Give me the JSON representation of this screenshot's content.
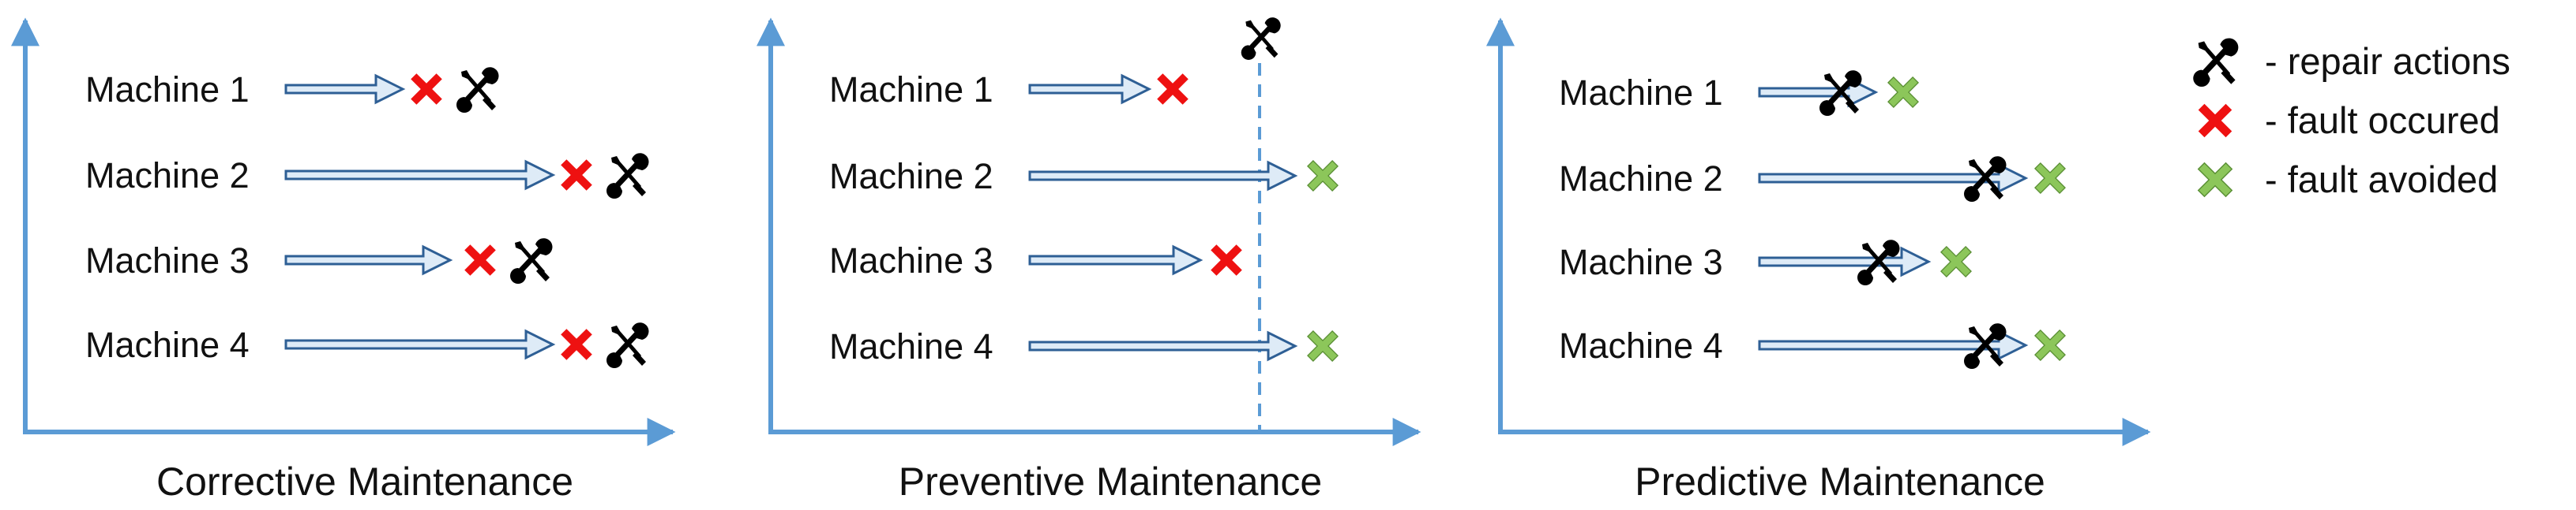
{
  "colors": {
    "axis": "#5b9bd5",
    "arrow_fill": "#deebf7",
    "arrow_stroke": "#2e5f95",
    "fault_occurred": "#ee1111",
    "fault_avoided": "#8cc65a",
    "fault_avoided_stroke": "#5a8f35",
    "repair_icon": "#000000",
    "text": "#111111"
  },
  "panels": [
    {
      "title": "Corrective Maintenance",
      "machines": [
        {
          "label": "Machine 1",
          "status": "fault-occurred",
          "repair": "after-fault"
        },
        {
          "label": "Machine 2",
          "status": "fault-occurred",
          "repair": "after-fault"
        },
        {
          "label": "Machine 3",
          "status": "fault-occurred",
          "repair": "after-fault"
        },
        {
          "label": "Machine 4",
          "status": "fault-occurred",
          "repair": "after-fault"
        }
      ]
    },
    {
      "title": "Preventive Maintenance",
      "machines": [
        {
          "label": "Machine 1",
          "status": "fault-occurred",
          "repair": "none"
        },
        {
          "label": "Machine 2",
          "status": "fault-avoided",
          "repair": "none"
        },
        {
          "label": "Machine 3",
          "status": "fault-occurred",
          "repair": "none"
        },
        {
          "label": "Machine 4",
          "status": "fault-avoided",
          "repair": "none"
        }
      ],
      "scheduled_repair": true
    },
    {
      "title": "Predictive Maintenance",
      "machines": [
        {
          "label": "Machine 1",
          "status": "fault-avoided",
          "repair": "before-fault"
        },
        {
          "label": "Machine 2",
          "status": "fault-avoided",
          "repair": "before-fault"
        },
        {
          "label": "Machine 3",
          "status": "fault-avoided",
          "repair": "before-fault"
        },
        {
          "label": "Machine 4",
          "status": "fault-avoided",
          "repair": "before-fault"
        }
      ]
    }
  ],
  "legend": [
    {
      "icon": "repair-icon",
      "text": "- repair actions"
    },
    {
      "icon": "fault-occurred-icon",
      "text": "- fault occured"
    },
    {
      "icon": "fault-avoided-icon",
      "text": "- fault avoided"
    }
  ]
}
